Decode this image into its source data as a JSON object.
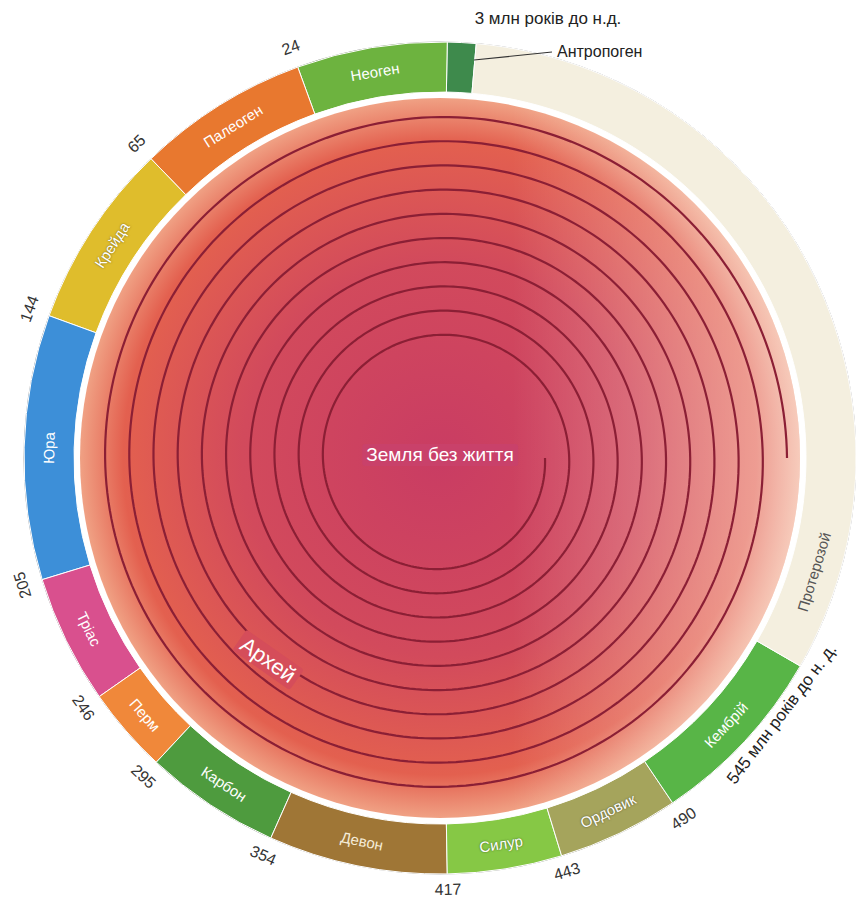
{
  "diagram": {
    "nodes": [
      {
        "text": [
          "Антропоген"
        ]
      },
      {
        "text": [
          "Неоген"
        ]
      },
      {
        "text": [
          "Палеоген"
        ]
      },
      {
        "text": [
          "Крейда"
        ]
      },
      {
        "text": [
          "Юра"
        ]
      },
      {
        "text": [
          "Тріас"
        ]
      },
      {
        "text": [
          "Перм"
        ]
      },
      {
        "text": [
          "Карбон"
        ]
      },
      {
        "text": [
          "Девон"
        ]
      },
      {
        "text": [
          "Силур"
        ]
      },
      {
        "text": [
          "Ордовик"
        ]
      },
      {
        "text": [
          "Кембрій"
        ]
      },
      {
        "text": [
          "Протерозой"
        ]
      },
      {
        "text": [
          "Архей"
        ]
      }
    ],
    "labels": [
      "3 млн років до н.д.",
      "24",
      "65",
      "144",
      "205",
      "246",
      "295",
      "354",
      "417",
      "443",
      "490",
      "545 млн років до н. д.",
      "Земля без життя"
    ]
  }
}
